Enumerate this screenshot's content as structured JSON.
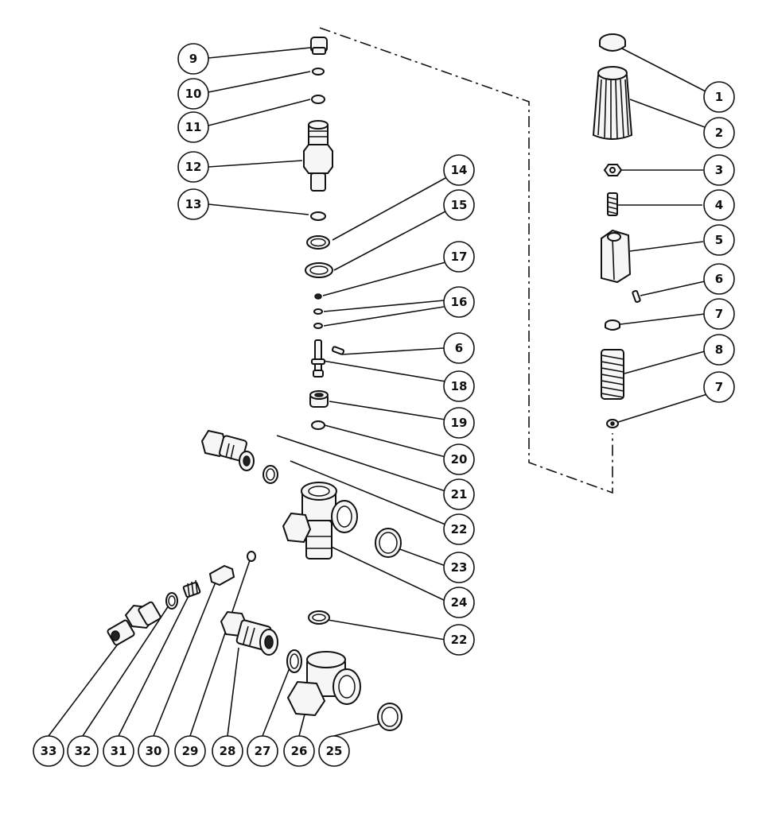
{
  "callouts": [
    {
      "id": "c1",
      "label": "1"
    },
    {
      "id": "c2",
      "label": "2"
    },
    {
      "id": "c3",
      "label": "3"
    },
    {
      "id": "c4",
      "label": "4"
    },
    {
      "id": "c5",
      "label": "5"
    },
    {
      "id": "c6a",
      "label": "6"
    },
    {
      "id": "c7a",
      "label": "7"
    },
    {
      "id": "c8",
      "label": "8"
    },
    {
      "id": "c7b",
      "label": "7"
    },
    {
      "id": "c9",
      "label": "9"
    },
    {
      "id": "c10",
      "label": "10"
    },
    {
      "id": "c11",
      "label": "11"
    },
    {
      "id": "c12",
      "label": "12"
    },
    {
      "id": "c13",
      "label": "13"
    },
    {
      "id": "c14",
      "label": "14"
    },
    {
      "id": "c15",
      "label": "15"
    },
    {
      "id": "c17",
      "label": "17"
    },
    {
      "id": "c16",
      "label": "16"
    },
    {
      "id": "c6b",
      "label": "6"
    },
    {
      "id": "c18",
      "label": "18"
    },
    {
      "id": "c19",
      "label": "19"
    },
    {
      "id": "c20",
      "label": "20"
    },
    {
      "id": "c21",
      "label": "21"
    },
    {
      "id": "c22a",
      "label": "22"
    },
    {
      "id": "c23",
      "label": "23"
    },
    {
      "id": "c24",
      "label": "24"
    },
    {
      "id": "c22b",
      "label": "22"
    },
    {
      "id": "c33",
      "label": "33"
    },
    {
      "id": "c32",
      "label": "32"
    },
    {
      "id": "c31",
      "label": "31"
    },
    {
      "id": "c30",
      "label": "30"
    },
    {
      "id": "c29",
      "label": "29"
    },
    {
      "id": "c28",
      "label": "28"
    },
    {
      "id": "c27",
      "label": "27"
    },
    {
      "id": "c26",
      "label": "26"
    },
    {
      "id": "c25",
      "label": "25"
    }
  ]
}
